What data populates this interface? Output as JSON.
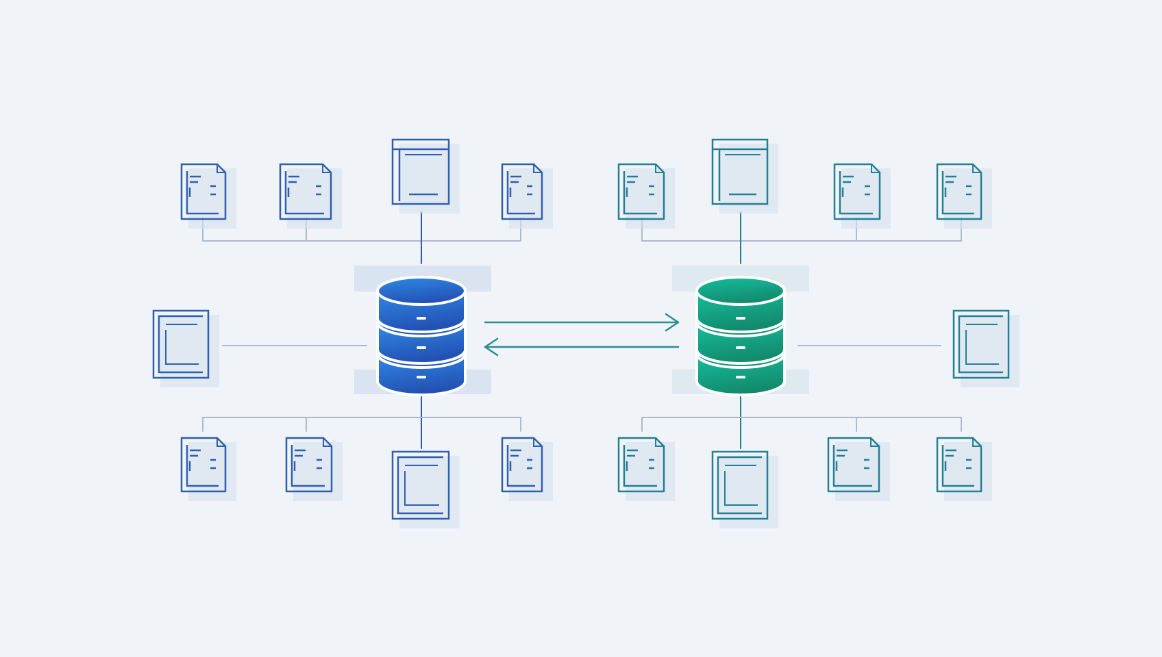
{
  "colors": {
    "background": "#f0f3f7",
    "blue": "#2e5fae",
    "teal": "#237f94",
    "connector": "#a9bbd4",
    "arrow": "#2a8d98",
    "highlight": "#d6e1ef",
    "db_blue_top": "#2f8be8",
    "db_blue_bottom": "#2351b3",
    "db_green_top": "#14bfa0",
    "db_green_bottom": "#138a6c"
  },
  "databases": [
    {
      "name": "database-left",
      "theme": "blue"
    },
    {
      "name": "database-right",
      "theme": "green"
    }
  ],
  "sync_arrows": {
    "directions": [
      "right",
      "left"
    ]
  },
  "documents": {
    "left_cluster": {
      "icon": "document-icon",
      "count": 9,
      "theme": "blue"
    },
    "right_cluster": {
      "icon": "document-icon",
      "count": 9,
      "theme": "teal"
    }
  }
}
